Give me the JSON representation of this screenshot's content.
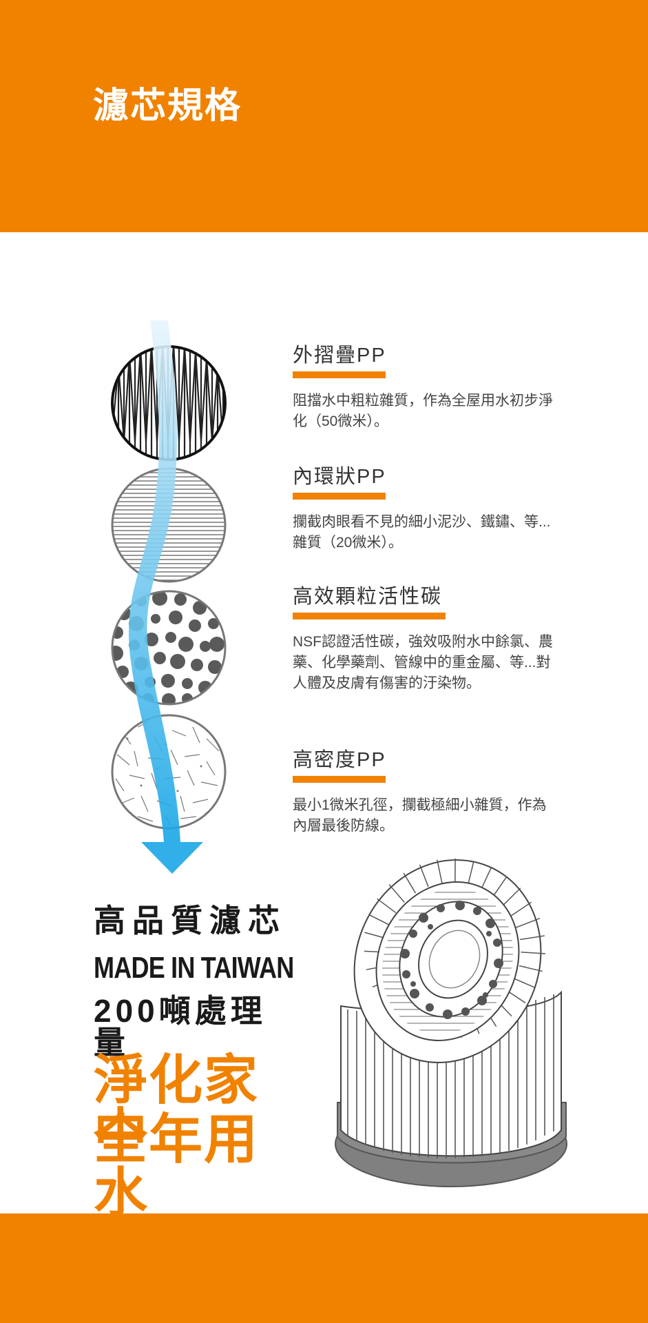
{
  "header": {
    "title": "濾芯規格"
  },
  "specs": [
    {
      "title": "外摺疊PP",
      "description": "阻擋水中粗粒雜質，作為全屋用水初步淨化（50微米）。",
      "icon": "pleated-layer-icon"
    },
    {
      "title": "內環狀PP",
      "description": "攔截肉眼看不見的細小泥沙、鐵鏽、等...雜質（20微米）。",
      "icon": "ring-layer-icon"
    },
    {
      "title": "高效顆粒活性碳",
      "description": "NSF認證活性碳，強效吸附水中餘氯、農藥、化學藥劑、管線中的重金屬、等...對人體及皮膚有傷害的汙染物。",
      "icon": "carbon-granule-icon"
    },
    {
      "title": "高密度PP",
      "description": "最小1微米孔徑，攔截極細小雜質，作為內層最後防線。",
      "icon": "dense-fiber-icon"
    }
  ],
  "taglines": {
    "line1": "高品質濾芯",
    "line2": "MADE IN TAIWAN",
    "line3": "200噸處理量",
    "big1": "淨化家中",
    "big2": "全年用水"
  },
  "colors": {
    "accent": "#f08200",
    "flow_arrow": "#29aee8",
    "text": "#333333"
  }
}
